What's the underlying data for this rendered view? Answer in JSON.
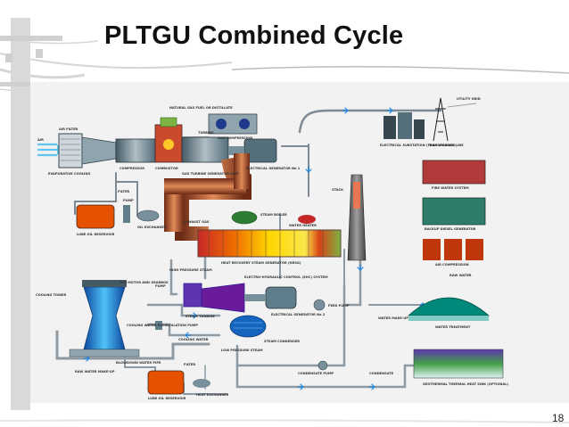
{
  "slide": {
    "title": "PLTGU Combined Cycle",
    "page_number": "18"
  },
  "diagram": {
    "labels": {
      "air": "AIR",
      "air_filter": "AIR FILTER",
      "evaporative_cooling": "EVAPORATIVE COOLING",
      "natural_gas_fuel": "NATURAL GAS FUEL OR DISTILLATE",
      "gas_compression": "GAS COMPRESSION",
      "compressor": "COMPRESSOR",
      "combustor": "COMBUSTOR",
      "turbine": "TURBINE",
      "gas_turbine_generator_unit": "GAS TURBINE GENERATOR UNIT",
      "electrical_generator_1": "ELECTRICAL GENERATOR No 1",
      "filter_1": "FILTER",
      "pump_1": "PUMP",
      "lube_oil_reservoir_1": "LUBE OIL RESERVOIR",
      "oil_exchanger_1": "OIL EXCHANGER",
      "exhaust_gas": "EXHAUST GAS",
      "steam_boiler": "STEAM BOILER",
      "water_heater": "WATER HEATER",
      "hrsg": "HEAT RECOVERY STEAM GENERATOR (HRSG)",
      "stack": "STACK",
      "electrical_substation": "ELECTRICAL SUBSTATION (TRANSFORMER)",
      "high_voltage_line": "HIGH VOLTAGE LINE",
      "utility_grid": "UTILITY GRID",
      "fire_water_system": "FIRE WATER SYSTEM",
      "backup_diesel_generator": "BACKUP DIESEL GENERATOR",
      "air_compression": "AIR COMPRESSION",
      "fan_motor_gearbox": "FAN MOTOR AND GEARBOX",
      "cooling_tower": "COOLING TOWER",
      "pump_2": "PUMP",
      "high_pressure_steam": "HIGH PRESSURE STEAM",
      "ehc_control": "ELECTRO-HYDRAULIC CONTROL (EHC) SYSTEM",
      "steam_turbine": "STEAM TURBINE",
      "electrical_generator_2": "ELECTRICAL GENERATOR No 2",
      "feed_pump": "FEED PUMP",
      "raw_water": "RAW WATER",
      "water_make_up": "WATER MAKE-UP",
      "water_treatment": "WATER TREATMENT",
      "cooling_water_recirculation_pump": "COOLING WATER RECIRCULATION PUMP",
      "cooling_water": "COOLING WATER",
      "steam_condenser": "STEAM CONDENSER",
      "low_pressure_steam": "LOW PRESSURE STEAM",
      "blowdown_water_pipe": "BLOWDOWN WATER PIPE",
      "raw_water_make_up": "RAW WATER MAKE-UP",
      "filter_2": "FILTER",
      "lube_oil_reservoir_2": "LUBE OIL RESERVOIR",
      "heat_exchanger": "HEAT EXCHANGER",
      "condensate_pump": "CONDENSATE PUMP",
      "condensate": "CONDENSATE",
      "geothermal_heat_sink": "GEOTHERMAL THERMAL HEAT SINK (OPTIONAL)"
    }
  }
}
